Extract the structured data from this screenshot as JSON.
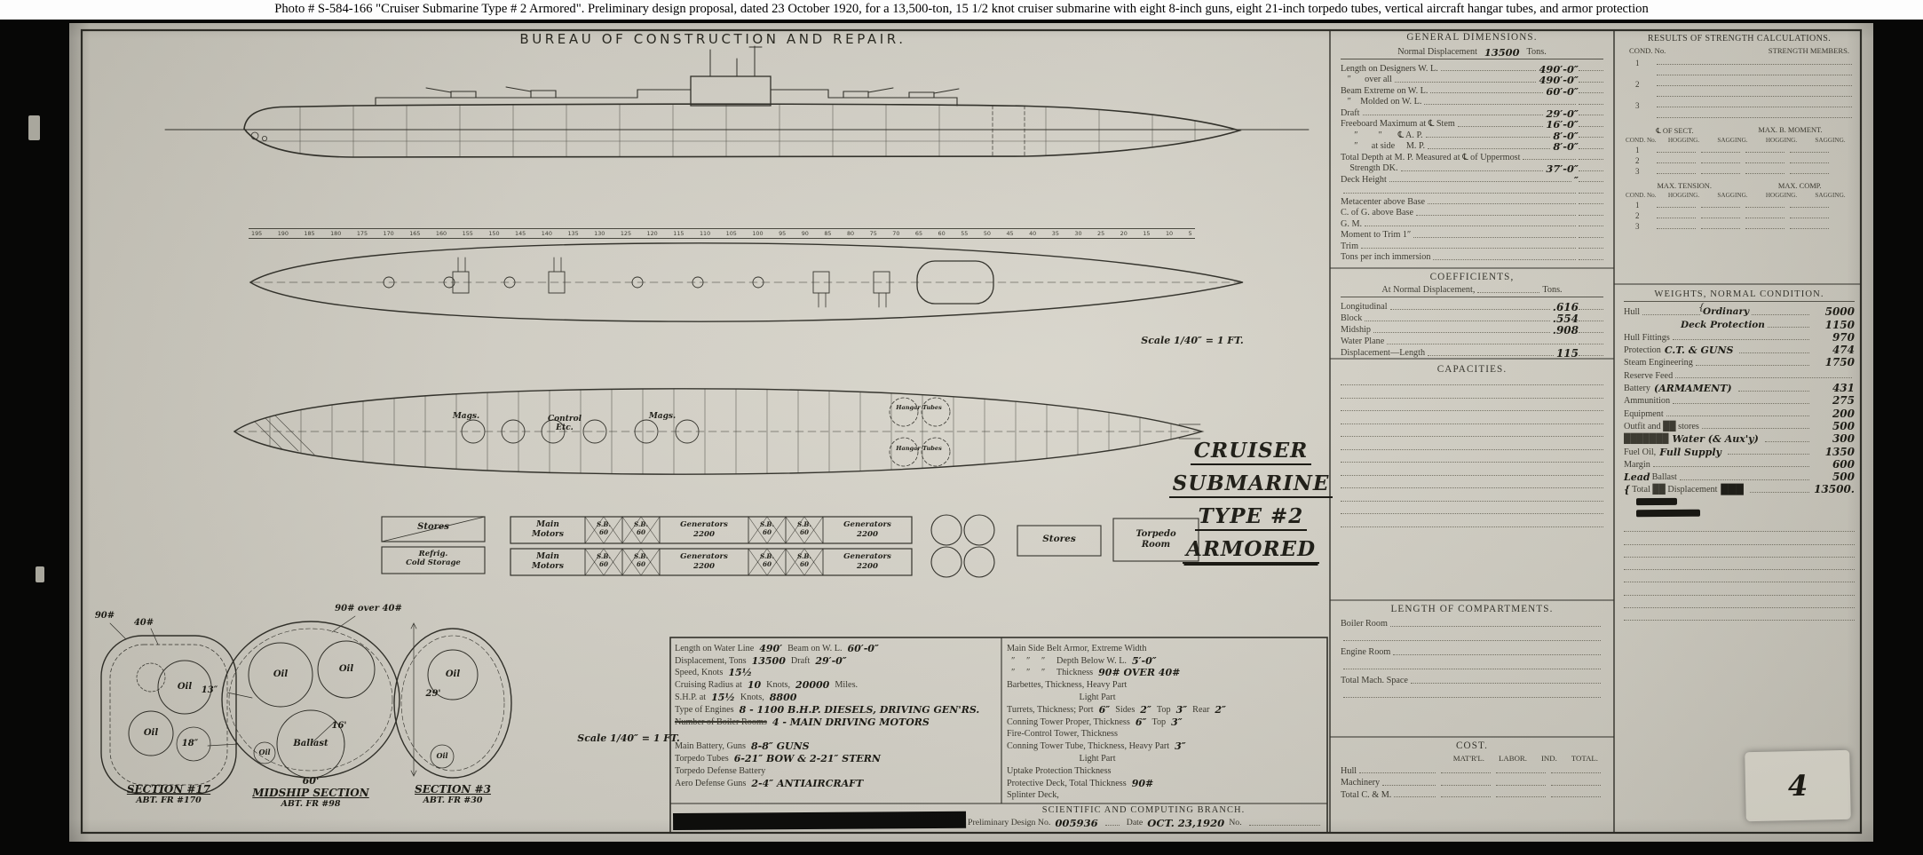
{
  "page": {
    "caption": "Photo #  S-584-166      \"Cruiser Submarine  Type # 2  Armored\".  Preliminary design proposal, dated 23 October 1920, for a 13,500-ton, 15 1/2 knot cruiser submarine with eight 8-inch guns, eight 21-inch torpedo tubes, vertical aircraft hangar tubes, and armor protection",
    "page_number": "4"
  },
  "colors": {
    "background": "#070706",
    "paper": "#d4d1c7",
    "ink": "#2f2e27",
    "handwriting": "#1b1a13"
  },
  "drawing": {
    "bureau_title": "BUREAU OF CONSTRUCTION AND REPAIR.",
    "ship_title": [
      "CRUISER",
      "SUBMARINE",
      "TYPE #2",
      "ARMORED"
    ],
    "scale_note": "Scale 1/40″ = 1 FT.",
    "frames": [
      "195",
      "190",
      "185",
      "180",
      "175",
      "170",
      "165",
      "160",
      "155",
      "150",
      "145",
      "140",
      "135",
      "130",
      "125",
      "120",
      "115",
      "110",
      "105",
      "100",
      "95",
      "90",
      "85",
      "80",
      "75",
      "70",
      "65",
      "60",
      "55",
      "50",
      "45",
      "40",
      "35",
      "30",
      "25",
      "20",
      "15",
      "10",
      "5"
    ],
    "machinery": {
      "stores": "Stores",
      "refrig_1": "Refrig.",
      "refrig_2": "Cold Storage",
      "main_1": "Main",
      "main_2": "Motors",
      "sb": "S.B.",
      "sb_value": "60",
      "gen": "Generators",
      "gen_value": "2200",
      "torpedo_1": "Torpedo",
      "torpedo_2": "Room"
    },
    "plan_labels": {
      "mags_fwd": "Mags.",
      "control_1": "Control",
      "control_2": "Etc.",
      "mags_aft": "Mags.",
      "hangar_tubes": "Hangar Tubes"
    },
    "sections": {
      "s17_line1": "SECTION #17",
      "s17_line2": "ABT. FR #170",
      "mid_dim": "60'",
      "mid_line1": "MIDSHIP SECTION",
      "mid_line2": "ABT. FR #98",
      "s3_line1": "SECTION #3",
      "s3_line2": "ABT. FR #30",
      "armor_90": "90#",
      "armor_40": "40#",
      "armor_90_over_40": "90# over 40#",
      "oil": "Oil",
      "ballast": "Ballast",
      "dim_13": "13″",
      "dim_18": "18″",
      "dim_16": "16'",
      "dim_29": "29'"
    }
  },
  "general_dimensions": {
    "title": "GENERAL DIMENSIONS.",
    "normal_displacement_label": "Normal Displacement",
    "normal_displacement_value": "13500",
    "tons_suffix": "Tons.",
    "rows": [
      {
        "l": "Length on Designers W. L.",
        "v": "490′-0″"
      },
      {
        "l": "   ″      over all",
        "v": "490′-0″"
      },
      {
        "l": "Beam Extreme on W. L.",
        "v": "60′-0″"
      },
      {
        "l": "   ″    Molded on W. L.",
        "v": ""
      },
      {
        "l": "Draft",
        "v": "29′-0″"
      },
      {
        "l": "Freeboard Maximum at ℄ Stem",
        "v": "16′-0″"
      },
      {
        "l": "      ″         ″       ℄ A. P.",
        "v": "8′-0″"
      },
      {
        "l": "      ″      at side     M. P.",
        "v": "8′-0″"
      },
      {
        "l": "Total Depth at M. P. Measured at ℄ of Uppermost",
        "v": ""
      },
      {
        "l": "    Strength DK.",
        "v": "37′-0″"
      },
      {
        "l": "Deck Height",
        "v": "″"
      },
      {
        "l": "",
        "v": ""
      },
      {
        "l": "Metacenter above Base",
        "v": ""
      },
      {
        "l": "C. of G. above Base",
        "v": ""
      },
      {
        "l": "G. M.",
        "v": ""
      },
      {
        "l": "Moment to Trim 1″",
        "v": ""
      },
      {
        "l": "Trim",
        "v": ""
      },
      {
        "l": "Tons per inch immersion",
        "v": ""
      }
    ]
  },
  "coefficients": {
    "title": "COEFFICIENTS,",
    "subtitle_pre": "At Normal Displacement,",
    "subtitle_post": "Tons.",
    "rows": [
      {
        "l": "Longitudinal",
        "v": ".616"
      },
      {
        "l": "Block",
        "v": ".554"
      },
      {
        "l": "Midship",
        "v": ".908"
      },
      {
        "l": "Water Plane",
        "v": ""
      },
      {
        "l": "Displacement—Length",
        "v": "115"
      }
    ]
  },
  "capacities": {
    "title": "CAPACITIES."
  },
  "compartments": {
    "title": "LENGTH OF COMPARTMENTS.",
    "rows": [
      {
        "l": "Boiler Room"
      },
      {
        "l": ""
      },
      {
        "l": "Engine Room"
      },
      {
        "l": ""
      },
      {
        "l": "Total Mach. Space"
      },
      {
        "l": ""
      }
    ]
  },
  "cost": {
    "title": "COST.",
    "col_heads": [
      {
        "h": "MAT'R'L."
      },
      {
        "h": "LABOR."
      },
      {
        "h": "IND."
      },
      {
        "h": "TOTAL."
      }
    ],
    "rows": [
      {
        "l": "Hull"
      },
      {
        "l": "Machinery"
      },
      {
        "l": "Total C. & M."
      }
    ]
  },
  "strength": {
    "title": "RESULTS OF STRENGTH CALCULATIONS.",
    "cond_no": "COND. No.",
    "members": "STRENGTH MEMBERS.",
    "conds": [
      {
        "n": "1"
      },
      {
        "n": "2"
      },
      {
        "n": "3"
      }
    ],
    "sect_head": "℄ OF SECT.",
    "moment_head": "MAX. B. MOMENT.",
    "tension_head": "MAX. TENSION.",
    "comp_head": "MAX. COMP.",
    "col_heads": [
      {
        "h": "COND. No."
      },
      {
        "h": "HOGGING."
      },
      {
        "h": "SAGGING."
      },
      {
        "h": "HOGGING."
      },
      {
        "h": "SAGGING."
      }
    ]
  },
  "weights": {
    "title": "WEIGHTS, NORMAL CONDITION.",
    "hull": {
      "label": "Hull",
      "brace": "{",
      "items": [
        "Ordinary",
        "Deck Protection"
      ],
      "values": [
        "5000",
        "1150"
      ]
    },
    "rows": [
      {
        "pre": "",
        "label": "Hull Fittings",
        "mid": "",
        "value": "970"
      },
      {
        "pre": "",
        "label": "Protection",
        "mid": "C.T. & GUNS",
        "value": "474"
      },
      {
        "pre": "",
        "label": "Steam Engineering",
        "mid": "",
        "value": "1750"
      },
      {
        "pre": "",
        "label": "Reserve Feed",
        "mid": "",
        "value": ""
      },
      {
        "pre": "",
        "label": "Battery",
        "mid": "(ARMAMENT)",
        "value": "431"
      },
      {
        "pre": "",
        "label": "Ammunition",
        "mid": "",
        "value": "275"
      },
      {
        "pre": "",
        "label": "Equipment",
        "mid": "",
        "value": "200"
      },
      {
        "pre": "",
        "label": "Outfit and ██ stores",
        "mid": "",
        "value": "500"
      },
      {
        "pre": "",
        "label": "███████",
        "mid": "Water (& Aux'y)",
        "value": "300"
      },
      {
        "pre": "",
        "label": "Fuel Oil,",
        "mid": "Full Supply",
        "value": "1350"
      },
      {
        "pre": "",
        "label": "Margin",
        "mid": "",
        "value": "600"
      },
      {
        "pre": "Lead",
        "label": "Ballast",
        "mid": "",
        "value": "500"
      }
    ],
    "total": {
      "pre": "{",
      "label": "Total ██ Displacement",
      "mid": "███",
      "value": "13500."
    }
  },
  "specs": {
    "left_rows": [
      {
        "l1": "Length on Water Line",
        "v1": "490′",
        "l2": "Beam on W. L.",
        "v2": "60′-0″",
        "l3": ""
      },
      {
        "l1": "Displacement, Tons",
        "v1": "13500",
        "l2": "Draft",
        "v2": "29′-0″",
        "l3": ""
      },
      {
        "l1": "Speed, Knots",
        "v1": "15½",
        "l2": "",
        "v2": "",
        "l3": ""
      },
      {
        "l1": "Cruising Radius at",
        "v1": "10",
        "l2": "Knots,",
        "v2": "20000",
        "l3": "Miles."
      },
      {
        "l1": "S.H.P. at",
        "v1": "15½",
        "l2": "Knots,",
        "v2": "8800",
        "l3": ""
      },
      {
        "l1": "Type of Engines",
        "v1": "8 - 1100 B.H.P. DIESELS, DRIVING GEN'RS.",
        "l2": "",
        "v2": "",
        "l3": ""
      },
      {
        "l1": "Number of Boiler Rooms",
        "v1": "4 - MAIN DRIVING MOTORS",
        "l2": "",
        "v2": "",
        "l3": ""
      },
      {
        "l1": "",
        "v1": "",
        "l2": "",
        "v2": "",
        "l3": ""
      },
      {
        "l1": "Main Battery, Guns",
        "v1": "8-8″ GUNS",
        "l2": "",
        "v2": "",
        "l3": ""
      },
      {
        "l1": "Torpedo Tubes",
        "v1": "6-21″ BOW & 2-21″ STERN",
        "l2": "",
        "v2": "",
        "l3": ""
      },
      {
        "l1": "Torpedo Defense Battery",
        "v1": "",
        "l2": "",
        "v2": "",
        "l3": ""
      },
      {
        "l1": "Aero Defense Guns",
        "v1": "2-4″ ANTIAIRCRAFT",
        "l2": "",
        "v2": "",
        "l3": ""
      }
    ],
    "right_rows": [
      {
        "l1": "Main Side Belt Armor, Extreme Width",
        "v1": "",
        "l2": "",
        "v2": "",
        "l3": "",
        "v3": "",
        "l4": "",
        "v4": ""
      },
      {
        "l1": "  ″     ″     ″     Depth Below W. L.",
        "v1": "5′-0″",
        "l2": "",
        "v2": "",
        "l3": "",
        "v3": "",
        "l4": "",
        "v4": ""
      },
      {
        "l1": "  ″     ″     ″     Thickness",
        "v1": "90# OVER 40#",
        "l2": "",
        "v2": "",
        "l3": "",
        "v3": "",
        "l4": "",
        "v4": ""
      },
      {
        "l1": "Barbettes, Thickness, Heavy Part",
        "v1": "",
        "l2": "",
        "v2": "",
        "l3": "",
        "v3": "",
        "l4": "",
        "v4": ""
      },
      {
        "l1": "                                Light Part",
        "v1": "",
        "l2": "",
        "v2": "",
        "l3": "",
        "v3": "",
        "l4": "",
        "v4": ""
      },
      {
        "l1": "Turrets, Thickness; Port",
        "v1": "6″",
        "l2": "Sides",
        "v2": "2″",
        "l3": "Top",
        "v3": "3″",
        "l4": "Rear",
        "v4": "2″"
      },
      {
        "l1": "Conning Tower Proper, Thickness",
        "v1": "6″",
        "l2": "Top",
        "v2": "3″",
        "l3": "",
        "v3": "",
        "l4": "",
        "v4": ""
      },
      {
        "l1": "Fire-Control Tower, Thickness",
        "v1": "",
        "l2": "",
        "v2": "",
        "l3": "",
        "v3": "",
        "l4": "",
        "v4": ""
      },
      {
        "l1": "Conning Tower Tube, Thickness, Heavy Part",
        "v1": "3″",
        "l2": "",
        "v2": "",
        "l3": "",
        "v3": "",
        "l4": "",
        "v4": ""
      },
      {
        "l1": "                                Light Part",
        "v1": "",
        "l2": "",
        "v2": "",
        "l3": "",
        "v3": "",
        "l4": "",
        "v4": ""
      },
      {
        "l1": "Uptake Protection Thickness",
        "v1": "",
        "l2": "",
        "v2": "",
        "l3": "",
        "v3": "",
        "l4": "",
        "v4": ""
      },
      {
        "l1": "Protective Deck, Total Thickness",
        "v1": "90#",
        "l2": "",
        "v2": "",
        "l3": "",
        "v3": "",
        "l4": "",
        "v4": ""
      },
      {
        "l1": "Splinter Deck,",
        "v1": "",
        "l2": "",
        "v2": "",
        "l3": "",
        "v3": "",
        "l4": "",
        "v4": ""
      }
    ]
  },
  "sci_branch": {
    "title": "SCIENTIFIC AND COMPUTING BRANCH.",
    "prelim_label": "Preliminary Design No.",
    "prelim_value": "005936",
    "date_label": "Date",
    "date_value": "OCT. 23,1920",
    "no_label": "No."
  }
}
